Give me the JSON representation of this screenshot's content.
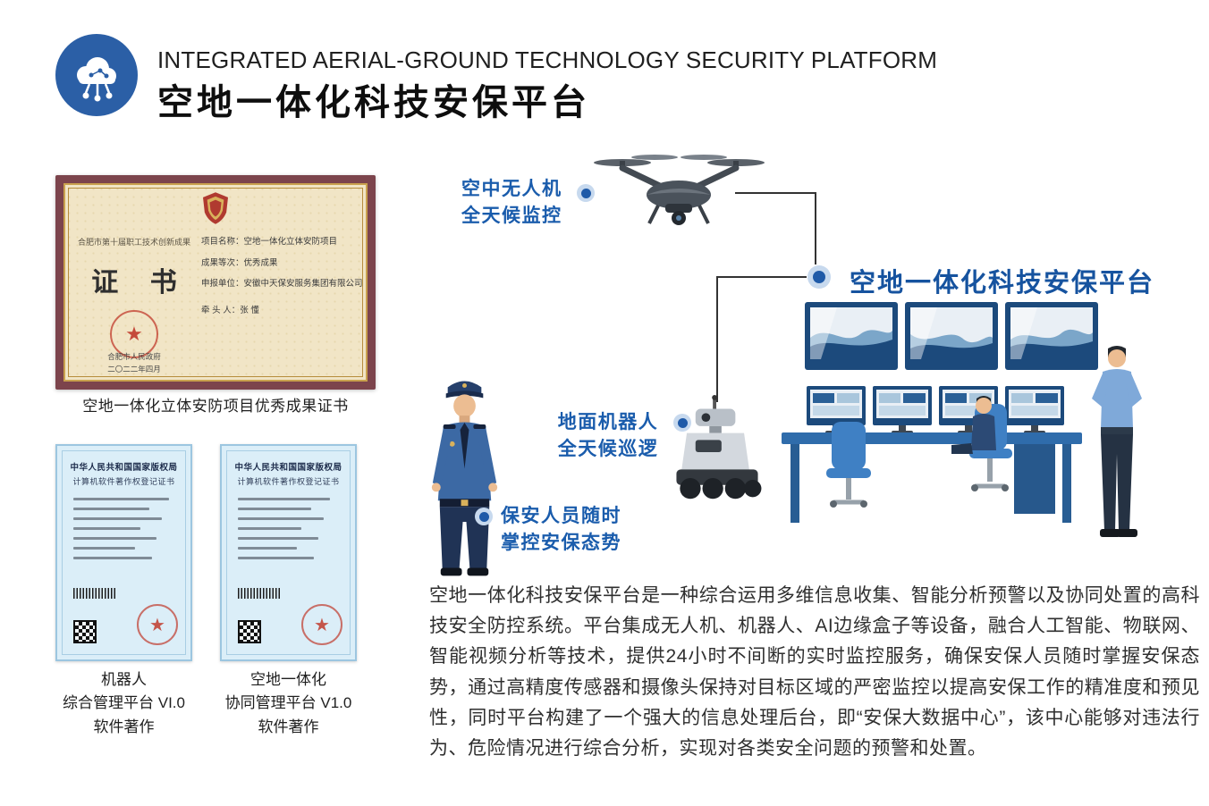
{
  "icons": {
    "seal_star": "★"
  },
  "header": {
    "title_en": "INTEGRATED AERIAL-GROUND TECHNOLOGY SECURITY PLATFORM",
    "title_zh": "空地一体化科技安保平台",
    "accent_color": "#2b5fa6"
  },
  "certificates": {
    "award": {
      "org": "合肥市第十届职工技术创新成果",
      "title": "证 书",
      "fields": [
        "项目名称：空地一体化立体安防项目",
        "成果等次：优秀成果",
        "申报单位：安徽中天保安服务集团有限公司",
        "牵 头 人：张 懂"
      ],
      "seal_line1": "合肥市人民政府",
      "seal_line2": "二〇二二年四月",
      "caption": "空地一体化立体安防项目优秀成果证书"
    },
    "software": [
      {
        "header1": "中华人民共和国国家版权局",
        "header2": "计算机软件著作权登记证书",
        "caption": [
          "机器人",
          "综合管理平台 VI.0",
          "软件著作"
        ]
      },
      {
        "header1": "中华人民共和国国家版权局",
        "header2": "计算机软件著作权登记证书",
        "caption": [
          "空地一体化",
          "协同管理平台 V1.0",
          "软件著作"
        ]
      }
    ]
  },
  "diagram": {
    "drone_label": [
      "空中无人机",
      "全天候监控"
    ],
    "platform_title": "空地一体化科技安保平台",
    "robot_label": [
      "地面机器人",
      "全天候巡逻"
    ],
    "guard_label": [
      "保安人员随时",
      "掌控安保态势"
    ],
    "accent_color": "#1a5cac"
  },
  "description": {
    "text": "空地一体化科技安保平台是一种综合运用多维信息收集、智能分析预警以及协同处置的高科技安全防控系统。平台集成无人机、机器人、AI边缘盒子等设备，融合人工智能、物联网、智能视频分析等技术，提供24小时不间断的实时监控服务，确保安保人员随时掌握安保态势，通过高精度传感器和摄像头保持对目标区域的严密监控以提高安保工作的精准度和预见性，同时平台构建了一个强大的信息处理后台，即“安保大数据中心”，该中心能够对违法行为、危险情况进行综合分析，实现对各类安全问题的预警和处置。"
  }
}
